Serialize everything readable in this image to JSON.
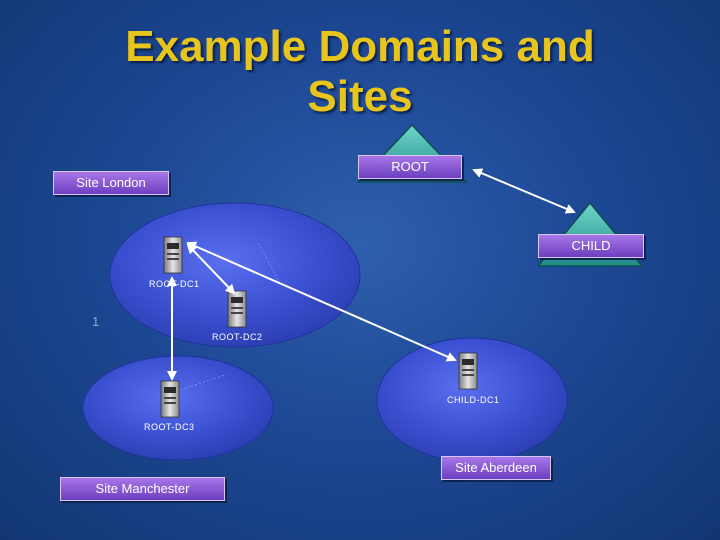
{
  "title": {
    "line1": "Example Domains and",
    "line2": "Sites"
  },
  "domains": {
    "root": "ROOT",
    "child": "CHILD"
  },
  "sites": {
    "london": "Site London",
    "aberdeen": "Site Aberdeen",
    "manchester": "Site Manchester"
  },
  "domain_controllers": {
    "dc1": "ROOT-DC1",
    "dc2": "ROOT-DC2",
    "dc3": "ROOT-DC3",
    "child_dc1": "CHILD-DC1"
  },
  "stray_text": "1",
  "colors": {
    "title": "#e8c51c",
    "label_fill_top": "#a876e8",
    "label_fill_bottom": "#6c3fc0",
    "triangle": "#3fb0a8",
    "site_ellipse": "#3a4fd0"
  },
  "icons": [
    "server-icon",
    "domain-triangle-icon",
    "bidirectional-arrow"
  ]
}
